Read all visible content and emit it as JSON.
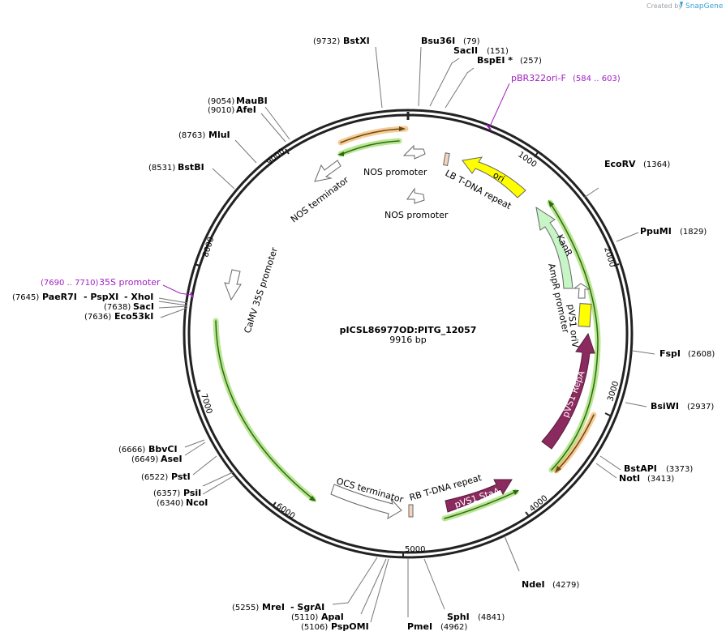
{
  "credit": {
    "created_by": "Created by",
    "brand": "SnapGene"
  },
  "plasmid": {
    "name": "pICSL86977OD:PITG_12057",
    "length_label": "9916 bp"
  },
  "ring_ticks": [
    {
      "label": "1000"
    },
    {
      "label": "2000"
    },
    {
      "label": "3000"
    },
    {
      "label": "4000"
    },
    {
      "label": "5000"
    },
    {
      "label": "6000"
    },
    {
      "label": "7000"
    },
    {
      "label": "8000"
    },
    {
      "label": "9000"
    }
  ],
  "sites": [
    {
      "name": "BstXI",
      "pos": "(9732)"
    },
    {
      "name": "Bsu36I",
      "pos": "(79)"
    },
    {
      "name": "SacII",
      "pos": "(151)"
    },
    {
      "name": "BspEI *",
      "pos": "(257)"
    },
    {
      "name": "MauBI",
      "pos": "(9054)"
    },
    {
      "name": "AfeI",
      "pos": "(9010)"
    },
    {
      "name": "MluI",
      "pos": "(8763)"
    },
    {
      "name": "BstBI",
      "pos": "(8531)"
    },
    {
      "name": "EcoRV",
      "pos": "(1364)"
    },
    {
      "name": "PpuMI",
      "pos": "(1829)"
    },
    {
      "name": "FspI",
      "pos": "(2608)"
    },
    {
      "name": "BsiWI",
      "pos": "(2937)"
    },
    {
      "name": "BstAPI",
      "pos": "(3373)"
    },
    {
      "name": "NotI",
      "pos": "(3413)"
    },
    {
      "name": "NdeI",
      "pos": "(4279)"
    },
    {
      "name": "SphI",
      "pos": "(4841)"
    },
    {
      "name": "PmeI",
      "pos": "(4962)"
    },
    {
      "name": "PspOMI",
      "pos": "(5106)"
    },
    {
      "name": "ApaI",
      "pos": "(5110)"
    },
    {
      "name": "MreI",
      "pos": "(5255)"
    },
    {
      "name": "- SgrAI",
      "pos": ""
    },
    {
      "name": "NcoI",
      "pos": "(6340)"
    },
    {
      "name": "PsiI",
      "pos": "(6357)"
    },
    {
      "name": "PstI",
      "pos": "(6522)"
    },
    {
      "name": "AseI",
      "pos": "(6649)"
    },
    {
      "name": "BbvCI",
      "pos": "(6666)"
    },
    {
      "name": "PaeR7I",
      "pos": "(7645)"
    },
    {
      "name": "- PspXI",
      "pos": ""
    },
    {
      "name": "- XhoI",
      "pos": ""
    },
    {
      "name": "SacI",
      "pos": "(7638)"
    },
    {
      "name": "Eco53kI",
      "pos": "(7636)"
    }
  ],
  "primers": [
    {
      "name": "pBR322ori-F",
      "range": "(584 .. 603)"
    },
    {
      "name": "35S promoter",
      "range": "(7690 .. 7710)"
    }
  ],
  "features": {
    "ori": "ori",
    "kanr": "KanR",
    "pvs1_repa": "pVS1 RepA",
    "pvs1_staa": "pVS1 StaA",
    "lb": "LB T-DNA repeat",
    "rb": "RB T-DNA repeat",
    "nos_promoter_1": "NOS promoter",
    "nos_promoter_2": "NOS promoter",
    "nos_terminator": "NOS terminator",
    "camv": "CaMV 35S promoter",
    "ocs": "OCS terminator",
    "ampr_promoter": "AmpR promoter",
    "pvs1_oriv": "pVS1 oriV"
  },
  "colors": {
    "ori": "#ffff00",
    "kanr": "#c6f5c6",
    "pvs1": "#8b2a5e",
    "orf_green": "#7fd23a",
    "orf_orange": "#f0a040",
    "primer": "#a020c0",
    "ring": "#222222"
  }
}
